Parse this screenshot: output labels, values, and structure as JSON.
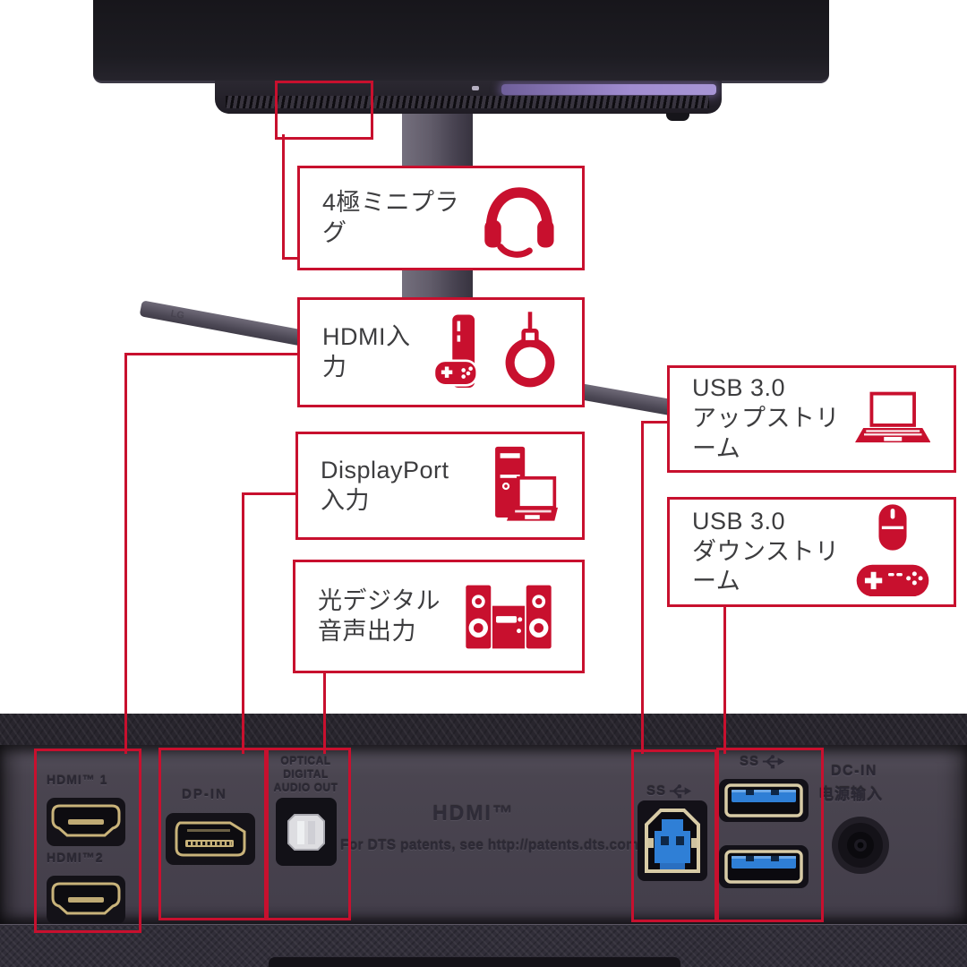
{
  "colors": {
    "accent": "#c8102e",
    "usb_blue": "#2f7fd6",
    "connector_gold": "#c9b37a",
    "panel_gray": "#49444f"
  },
  "monitor": {
    "leg_logo": "LG"
  },
  "callouts": [
    {
      "name": "audio-mini-plug",
      "label": "4極ミニプラグ",
      "icon": "headset-icon"
    },
    {
      "name": "hdmi-input",
      "label": "HDMI入力",
      "icons": [
        "game-console-icon",
        "streaming-device-icon"
      ]
    },
    {
      "name": "displayport-input",
      "line1": "DisplayPort",
      "line2": "入力",
      "icon": "desktop-pc-laptop-icon"
    },
    {
      "name": "optical-audio-out",
      "line1": "光デジタル",
      "line2": "音声出力",
      "icon": "stereo-system-icon"
    },
    {
      "name": "usb-upstream",
      "line1": "USB 3.0",
      "line2": "アップストリーム",
      "icon": "laptop-icon"
    },
    {
      "name": "usb-downstream",
      "line1": "USB 3.0",
      "line2": "ダウンストリーム",
      "icons": [
        "mouse-icon",
        "gamepad-icon"
      ]
    }
  ],
  "panel": {
    "hdmi1_label": "HDMI™ 1",
    "hdmi2_label": "HDMI™2",
    "dp_label": "DP-IN",
    "optical_line1": "OPTICAL",
    "optical_line2": "DIGITAL",
    "optical_line3": "AUDIO OUT",
    "hdmi_logo": "HDMI™",
    "dts_notice": "For DTS patents, see http://patents.dts.com",
    "ss_usb_label": "SS",
    "dc_line1": "DC-IN",
    "dc_line2": "电源输入"
  }
}
